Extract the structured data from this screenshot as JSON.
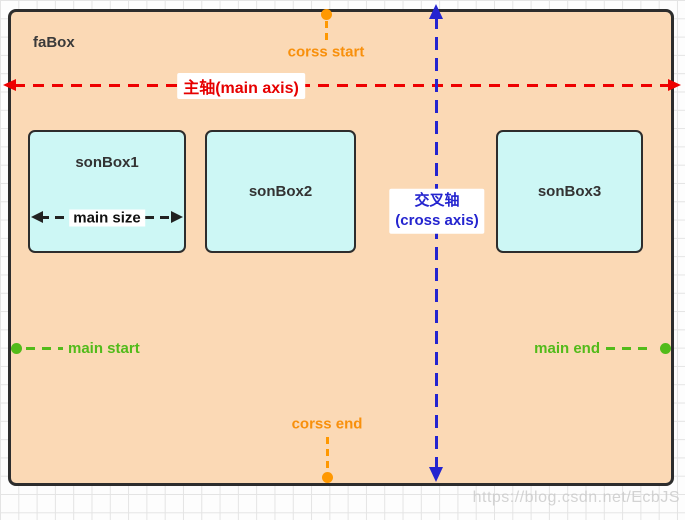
{
  "container": {
    "label": "faBox"
  },
  "son_boxes": [
    {
      "label": "sonBox1"
    },
    {
      "label": "sonBox2"
    },
    {
      "label": "sonBox3"
    }
  ],
  "axes": {
    "main_axis_label": "主轴(main axis)",
    "cross_axis_label_cn": "交叉轴",
    "cross_axis_label_en": "(cross axis)"
  },
  "markers": {
    "cross_start_label": "corss start",
    "cross_end_label": "corss end",
    "main_start_label": "main start",
    "main_end_label": "main end",
    "main_size_label": "main size"
  },
  "watermark": "https://blog.csdn.net/EcbJS",
  "colors": {
    "container_fill": "#fbd9b5",
    "son_box_fill": "#cdf7f5",
    "border": "#2d2d2d",
    "main_axis_red": "#ee0000",
    "cross_axis_blue": "#2424cf",
    "cross_marker_orange": "#ff9800",
    "main_marker_green": "#52bb1a"
  }
}
